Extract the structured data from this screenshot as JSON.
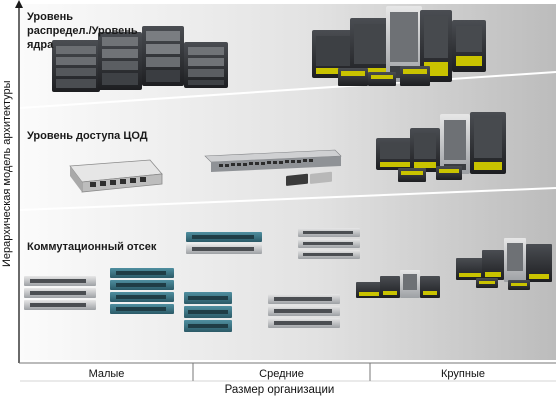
{
  "axes": {
    "y_label": "Иерархическая модель архитектуры",
    "x_label": "Размер организации"
  },
  "org_sizes": [
    "Малые",
    "Средние",
    "Крупные"
  ],
  "tiers": [
    {
      "lines": [
        "Уровень",
        "распредел./Уровень",
        "ядра"
      ]
    },
    {
      "lines": [
        "Уровень доступа ЦОД"
      ]
    },
    {
      "lines": [
        "Коммутационный отсек"
      ]
    }
  ],
  "colors": {
    "band_light": "#f4f4f4",
    "band_dark": "#bdbdbd",
    "chassis": "#2b2d30",
    "panel": "#8c8f93",
    "accent": "#c9c300"
  }
}
